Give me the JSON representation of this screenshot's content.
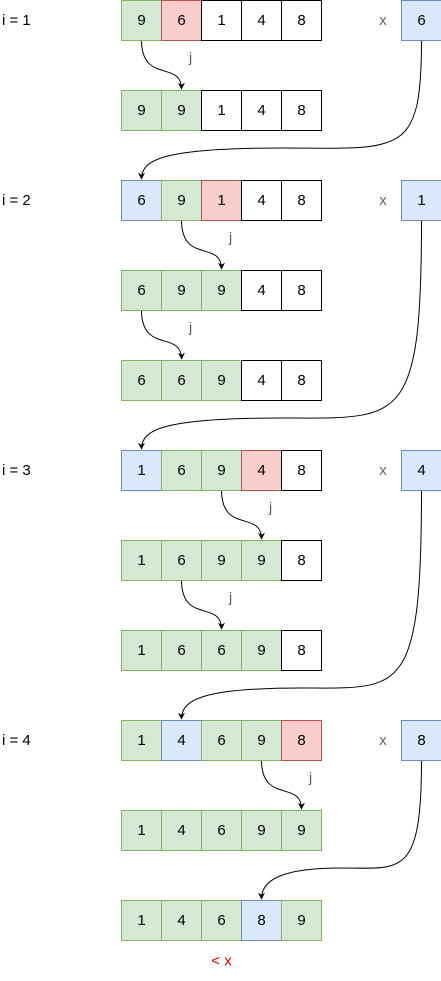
{
  "colors": {
    "green": "#d5e8d4",
    "red": "#f8cecc",
    "blue": "#dae8fc",
    "white": "#ffffff",
    "greenStroke": "#82b366",
    "redStroke": "#b85450",
    "blueStroke": "#6c8ebf",
    "blackStroke": "#000000",
    "arrow": "#000000",
    "label": "#333333",
    "jLabel": "#555555",
    "xLabel": "#666666",
    "warn": "#e00000"
  },
  "passes": [
    {
      "label": "i = 1",
      "x_label": "x",
      "x_value": "6",
      "rows": [
        {
          "values": [
            "9",
            "6",
            "1",
            "4",
            "8"
          ],
          "states": [
            "g",
            "r",
            "w",
            "w",
            "w"
          ]
        },
        {
          "values": [
            "9",
            "9",
            "1",
            "4",
            "8"
          ],
          "states": [
            "g",
            "g",
            "w",
            "w",
            "w"
          ]
        }
      ]
    },
    {
      "label": "i = 2",
      "x_label": "x",
      "x_value": "1",
      "rows": [
        {
          "values": [
            "6",
            "9",
            "1",
            "4",
            "8"
          ],
          "states": [
            "b",
            "g",
            "r",
            "w",
            "w"
          ]
        },
        {
          "values": [
            "6",
            "9",
            "9",
            "4",
            "8"
          ],
          "states": [
            "g",
            "g",
            "g",
            "w",
            "w"
          ]
        },
        {
          "values": [
            "6",
            "6",
            "9",
            "4",
            "8"
          ],
          "states": [
            "g",
            "g",
            "g",
            "w",
            "w"
          ]
        }
      ]
    },
    {
      "label": "i = 3",
      "x_label": "x",
      "x_value": "4",
      "rows": [
        {
          "values": [
            "1",
            "6",
            "9",
            "4",
            "8"
          ],
          "states": [
            "b",
            "g",
            "g",
            "r",
            "w"
          ]
        },
        {
          "values": [
            "1",
            "6",
            "9",
            "9",
            "8"
          ],
          "states": [
            "g",
            "g",
            "g",
            "g",
            "w"
          ]
        },
        {
          "values": [
            "1",
            "6",
            "6",
            "9",
            "8"
          ],
          "states": [
            "g",
            "g",
            "g",
            "g",
            "w"
          ]
        }
      ]
    },
    {
      "label": "i = 4",
      "x_label": "x",
      "x_value": "8",
      "rows": [
        {
          "values": [
            "1",
            "4",
            "6",
            "9",
            "8"
          ],
          "states": [
            "g",
            "b",
            "g",
            "g",
            "r"
          ]
        },
        {
          "values": [
            "1",
            "4",
            "6",
            "9",
            "9"
          ],
          "states": [
            "g",
            "g",
            "g",
            "g",
            "g"
          ]
        }
      ]
    }
  ],
  "final_row": {
    "values": [
      "1",
      "4",
      "6",
      "8",
      "9"
    ],
    "states": [
      "g",
      "g",
      "g",
      "b",
      "g"
    ]
  },
  "j_label": "j",
  "final_note": "< x"
}
